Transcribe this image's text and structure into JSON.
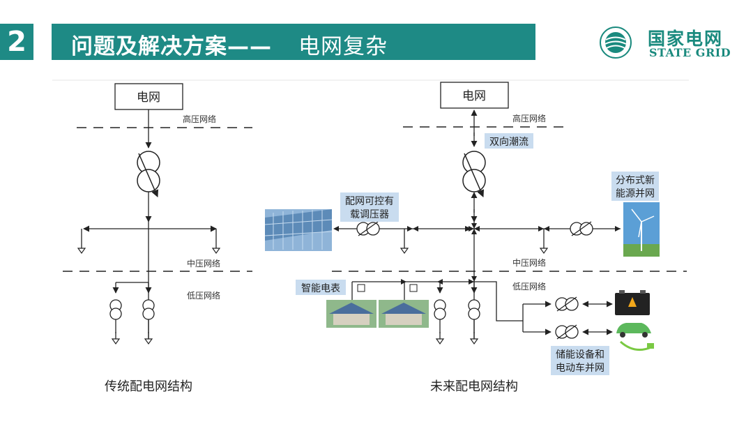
{
  "header": {
    "section_number": "2",
    "title_bold": "问题及解决方案——",
    "title_rest": "电网复杂"
  },
  "logo": {
    "name_cn": "国家电网",
    "name_en": "STATE GRID",
    "icon": "state-grid-globe-icon",
    "brand_color": "#1a8a7e"
  },
  "colors": {
    "accent": "#1e8a85",
    "label_highlight": "#c9dcef"
  },
  "diagram": {
    "left": {
      "caption": "传统配电网结构",
      "grid_box": "电网",
      "high_voltage": "高压网络",
      "medium_voltage": "中压网络",
      "low_voltage": "低压网络"
    },
    "right": {
      "caption": "未来配电网结构",
      "grid_box": "电网",
      "high_voltage": "高压网络",
      "medium_voltage": "中压网络",
      "low_voltage": "低压网络",
      "bidirectional_flow": "双向潮流",
      "regulator_line1": "配网可控有",
      "regulator_line2": "载调压器",
      "distributed_line1": "分布式新",
      "distributed_line2": "能源并网",
      "smart_meter": "智能电表",
      "storage_line1": "储能设备和",
      "storage_line2": "电动车并网"
    }
  }
}
